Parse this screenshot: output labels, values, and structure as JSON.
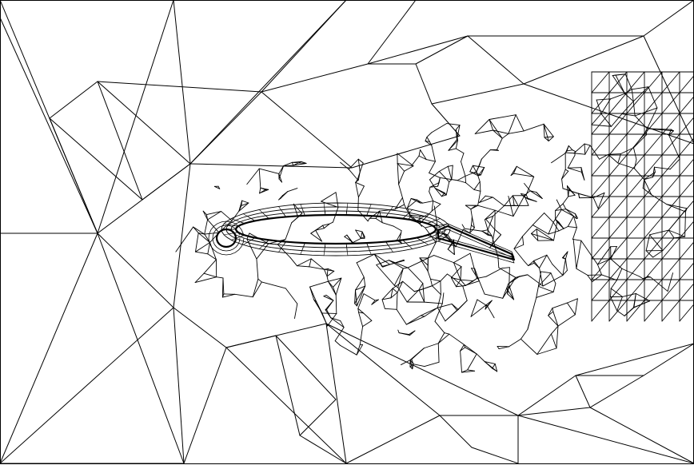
{
  "figure": {
    "kind": "unstructured triangular mesh around a multi-element airfoil",
    "elements": [
      "slat",
      "main-element",
      "flap"
    ]
  },
  "colors": {
    "background": "#ffffff",
    "mesh_line": "#000000"
  }
}
